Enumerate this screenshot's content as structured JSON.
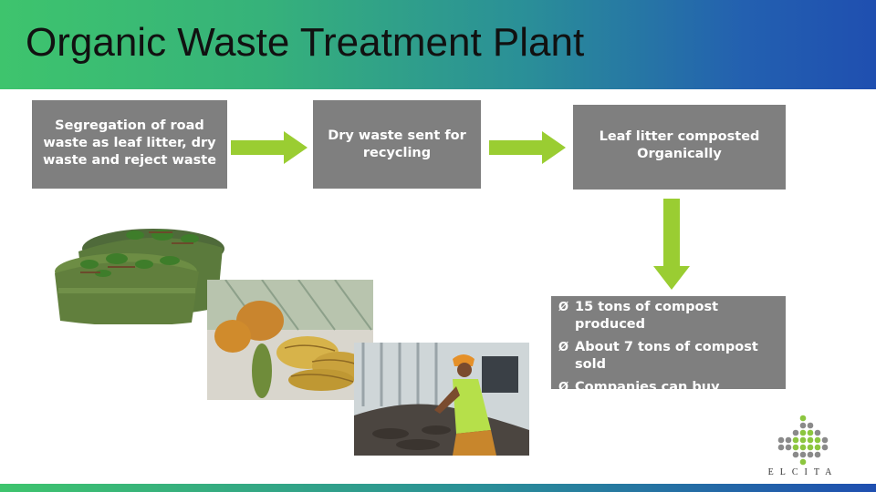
{
  "slide": {
    "title": "Organic Waste Treatment Plant",
    "steps": [
      {
        "text": "Segregation of road waste as leaf litter, dry waste and reject waste"
      },
      {
        "text": "Dry waste sent for recycling"
      },
      {
        "text": "Leaf litter composted Organically"
      }
    ],
    "outcomes": [
      "15 tons of compost produced",
      "About 7 tons of compost sold",
      "Companies can buy"
    ],
    "bullet_glyph": "Ø",
    "logo_text": "ELCITA"
  },
  "colors": {
    "box_fill": "#7f7f7f",
    "arrow": "#9acd32",
    "header_start": "#3ec46d",
    "header_end": "#1f4fb0"
  },
  "icons": [
    "right-arrow-icon",
    "down-arrow-icon",
    "elcita-logo-icon"
  ]
}
